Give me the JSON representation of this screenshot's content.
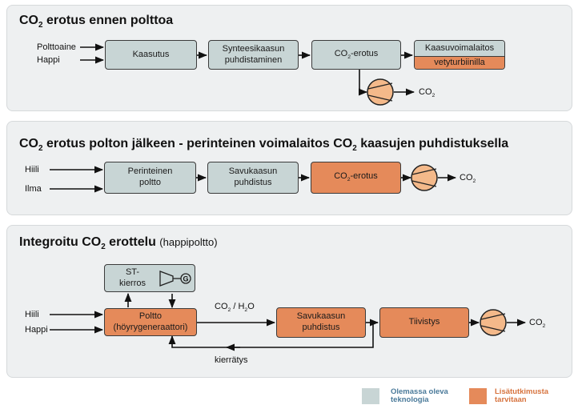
{
  "panel1": {
    "title_pre": "CO",
    "title_sub": "2",
    "title_post": " erotus ennen polttoa",
    "input1": "Polttoaine",
    "input2": "Happi",
    "box1": "Kaasutus",
    "box2_line1": "Synteesikaasun",
    "box2_line2": "puhdistaminen",
    "box3_pre": "CO",
    "box3_sub": "2",
    "box3_post": "-erotus",
    "box4_top": "Kaasuvoimalaitos",
    "box4_bottom": "vetyturbiinilla",
    "out_pre": "CO",
    "out_sub": "2"
  },
  "panel2": {
    "title_pre": "CO",
    "title_sub": "2",
    "title_mid": " erotus polton jälkeen - perinteinen voimalaitos CO",
    "title_sub2": "2",
    "title_post": " kaasujen puhdistuksella",
    "input1": "Hiili",
    "input2": "Ilma",
    "box1_line1": "Perinteinen",
    "box1_line2": "poltto",
    "box2_line1": "Savukaasun",
    "box2_line2": "puhdistus",
    "box3_pre": "CO",
    "box3_sub": "2",
    "box3_post": "-erotus",
    "out_pre": "CO",
    "out_sub": "2"
  },
  "panel3": {
    "title_pre": "Integroitu CO",
    "title_sub": "2",
    "title_post": " erottelu ",
    "title_paren": "(happipoltto)",
    "input1": "Hiili",
    "input2": "Happi",
    "st_box": "ST-kierros",
    "generator_symbol": "G",
    "box1_line1": "Poltto",
    "box1_line2": "(höyrygeneraattori)",
    "flow_co": "CO",
    "flow_co_sub": "2",
    "flow_mid": " / H",
    "flow_h_sub": "2",
    "flow_o": "O",
    "box2_line1": "Savukaasun",
    "box2_line2": "puhdistus",
    "box3": "Tiivistys",
    "recycle": "kierrätys",
    "out_pre": "CO",
    "out_sub": "2"
  },
  "legend": {
    "existing_line1": "Olemassa oleva",
    "existing_line2": "teknologia",
    "research_line1": "Lisätutkimusta",
    "research_line2": "tarvitaan"
  },
  "colors": {
    "existing": "#c8d5d5",
    "research": "#e58a5a",
    "compressor": "#f4b98a",
    "panel_bg": "#eef0f1",
    "legend_text_existing": "#4a7a9a",
    "legend_text_research": "#d7733e"
  }
}
